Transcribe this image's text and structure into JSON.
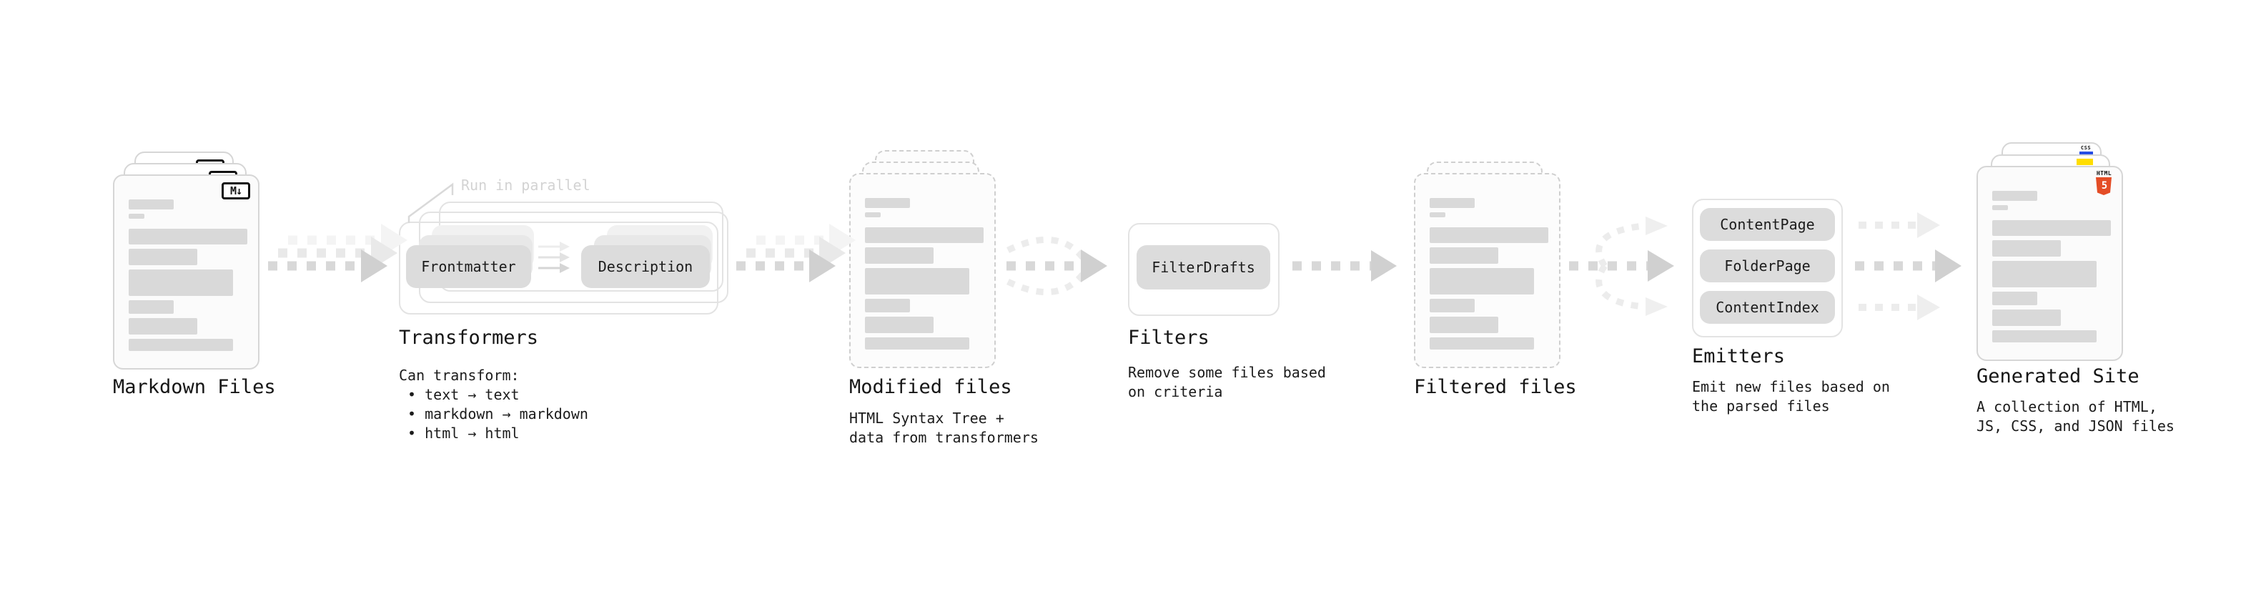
{
  "stages": {
    "markdown": {
      "label": "Markdown Files"
    },
    "transformers": {
      "label": "Transformers",
      "caption": "Can transform:\n • text → text\n • markdown → markdown\n • html → html",
      "note": "Run in parallel",
      "pills": [
        "Frontmatter",
        "Description"
      ]
    },
    "modified": {
      "label": "Modified files",
      "caption": "HTML Syntax Tree +\ndata from transformers"
    },
    "filters": {
      "label": "Filters",
      "caption": "Remove some files based\non criteria",
      "pills": [
        "FilterDrafts"
      ]
    },
    "filtered": {
      "label": "Filtered files"
    },
    "emitters": {
      "label": "Emitters",
      "caption": "Emit new files based on\nthe parsed files",
      "pills": [
        "ContentPage",
        "FolderPage",
        "ContentIndex"
      ]
    },
    "generated": {
      "label": "Generated Site",
      "caption": "A collection of HTML,\nJS, CSS, and JSON files"
    }
  },
  "icons": {
    "markdown_badge": "M↓",
    "html5_label": "HTML",
    "html5_five": "5",
    "css_label": "CSS"
  },
  "colors": {
    "html5_orange": "#e44d26",
    "css_blue": "#264de4",
    "js_yellow": "#ffdd00",
    "arrow_gray": "#d8d8d8"
  }
}
